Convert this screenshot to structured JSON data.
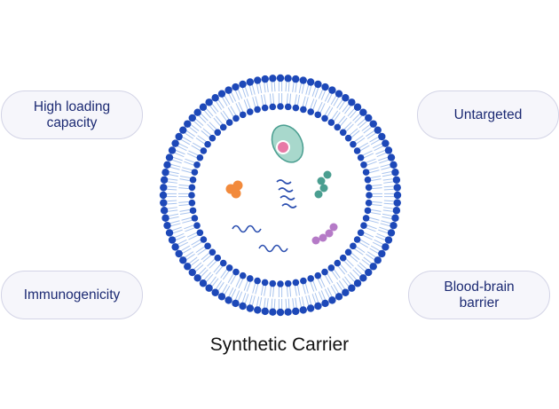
{
  "labels": {
    "top_left": "High loading\ncapacity",
    "top_right": "Untargeted",
    "bottom_left": "Immunogenicity",
    "bottom_right": "Blood-brain\nbarrier"
  },
  "caption": "Synthetic Carrier",
  "colors": {
    "membrane_head": "#1d48b8",
    "lipid_tail": "#a9c4ee",
    "pill_bg": "#f6f6fb",
    "pill_border": "#d3d4e6",
    "pill_text": "#1c2a73",
    "cargo_orange": "#f28a3c",
    "cargo_teal": "#4a9e90",
    "cargo_purple": "#b57ac7",
    "cargo_wave": "#2c4fb0",
    "vesicle_teal": "#a8d8cc",
    "vesicle_pink": "#e879a6"
  },
  "icons": [
    "liposome-icon",
    "protein-cluster-orange-icon",
    "protein-chain-teal-icon",
    "protein-chain-purple-icon",
    "nucleic-acid-wave-icon",
    "cell-organelle-icon"
  ]
}
